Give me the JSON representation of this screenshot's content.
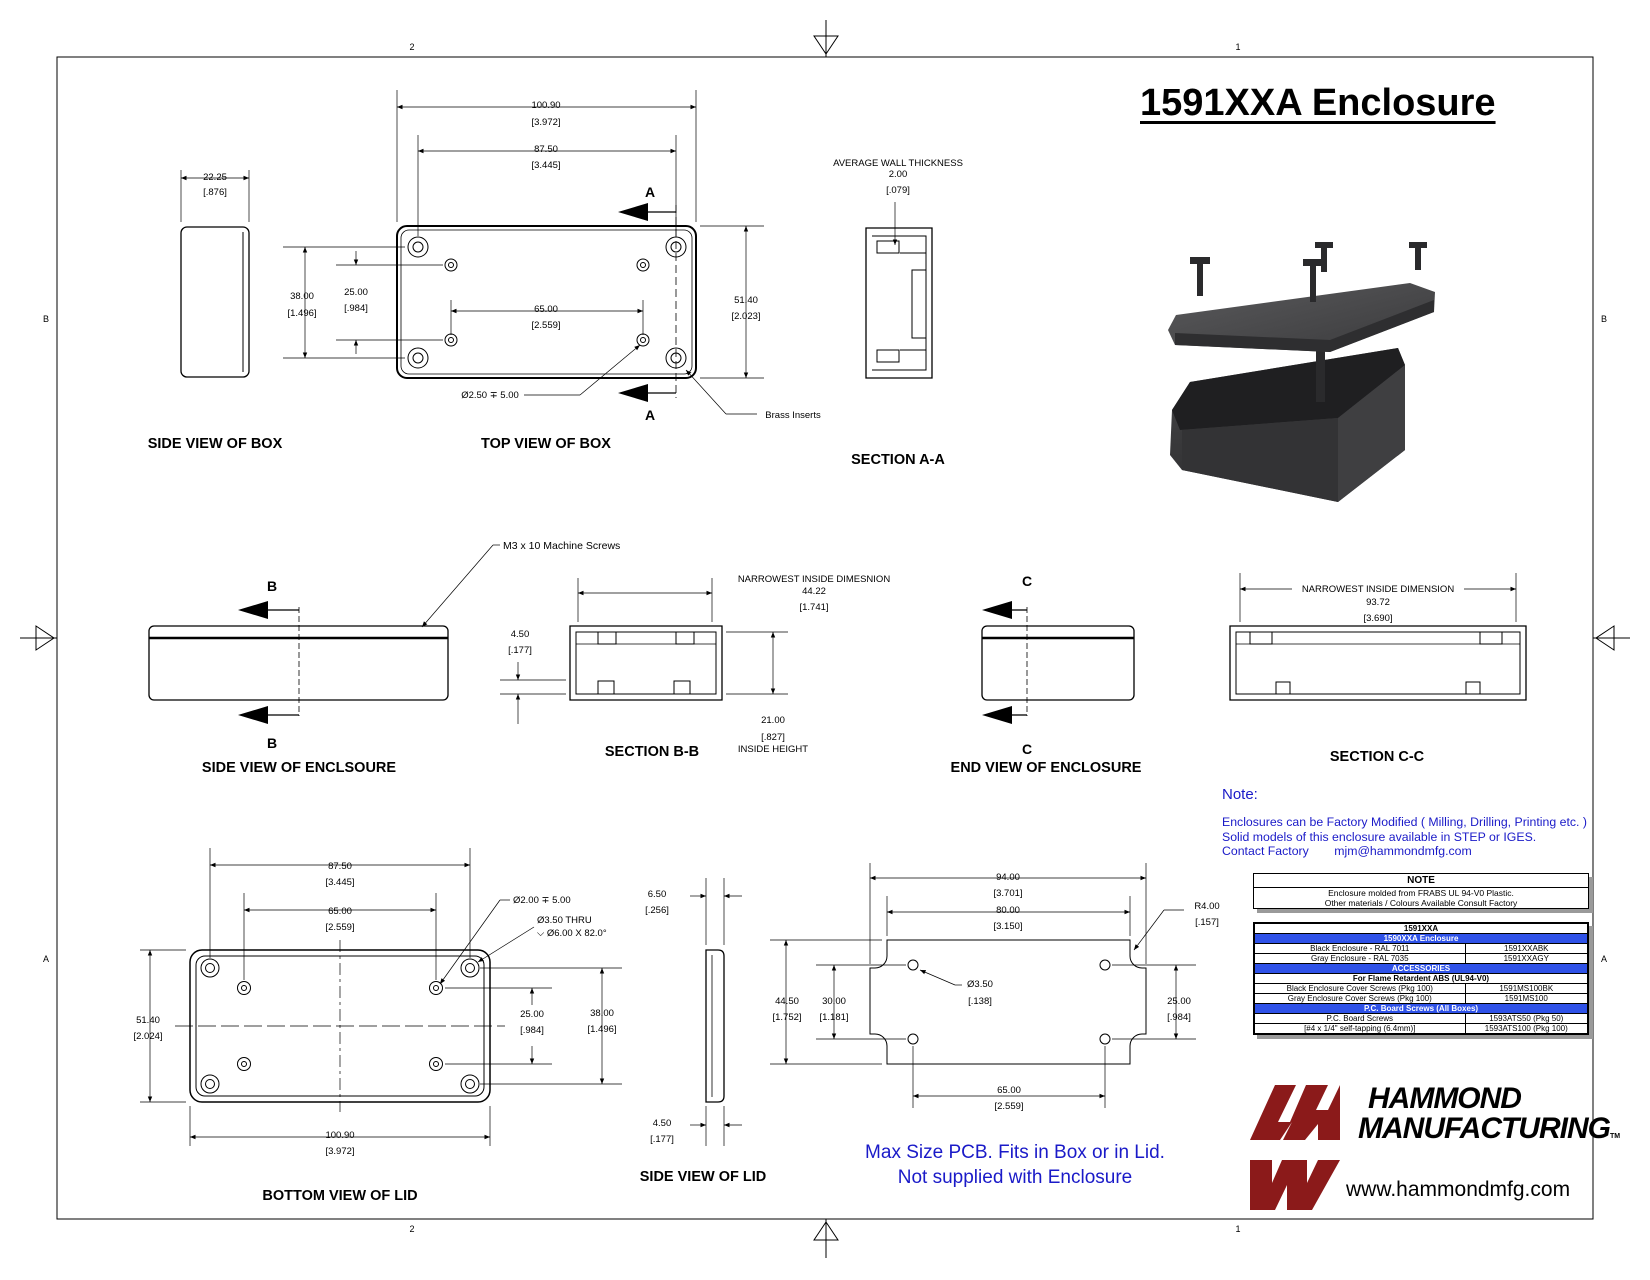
{
  "title": "1591XXA Enclosure",
  "grid": {
    "top_left": "2",
    "top_right": "1",
    "bottom_left": "2",
    "bottom_right": "1",
    "left_upper": "B",
    "left_lower": "A",
    "right_upper": "B",
    "right_lower": "A"
  },
  "side_view_box": {
    "caption": "SIDE VIEW OF BOX",
    "dim": "22.25",
    "dim_in": "[.876]"
  },
  "top_view_box": {
    "caption": "TOP VIEW OF BOX",
    "d1": "100.90",
    "d1_in": "[3.972]",
    "d2": "87.50",
    "d2_in": "[3.445]",
    "d3": "38.00",
    "d3_in": "[1.496]",
    "d4": "25.00",
    "d4_in": "[.984]",
    "d5": "65.00",
    "d5_in": "[2.559]",
    "d6": "51.40",
    "d6_in": "[2.023]",
    "hole": "Ø2.50 ∓ 5.00",
    "brass": "Brass Inserts",
    "sec_a": "A"
  },
  "section_aa": {
    "caption": "SECTION  A-A",
    "wall_label": "AVERAGE WALL THICKNESS",
    "wall": "2.00",
    "wall_in": "[.079]"
  },
  "side_view_enclosure": {
    "caption": "SIDE VIEW OF ENCLSOURE",
    "sec_b": "B",
    "screws": "M3 x 10 Machine Screws"
  },
  "section_bb": {
    "caption": "SECTION  B-B",
    "narrow_label": "NARROWEST INSIDE DIMESNION",
    "narrow": "44.22",
    "narrow_in": "[1.741]",
    "lip": "4.50",
    "lip_in": "[.177]",
    "height": "21.00",
    "height_in": "[.827]",
    "height_label": "INSIDE HEIGHT"
  },
  "end_view": {
    "caption": "END VIEW OF ENCLOSURE",
    "sec_c": "C"
  },
  "section_cc": {
    "caption": "SECTION  C-C",
    "narrow_label": "NARROWEST INSIDE DIMENSION",
    "narrow": "93.72",
    "narrow_in": "[3.690]"
  },
  "bottom_lid": {
    "caption": "BOTTOM VIEW OF LID",
    "d1": "87.50",
    "d1_in": "[3.445]",
    "d2": "65.00",
    "d2_in": "[2.559]",
    "h1": "Ø2.00 ∓ 5.00",
    "h2": "Ø3.50 THRU",
    "h3": "⌵ Ø6.00 X 82.0°",
    "d3": "51.40",
    "d3_in": "[2.024]",
    "d4": "25.00",
    "d4_in": "[.984]",
    "d5": "38.00",
    "d5_in": "[1.496]",
    "d6": "100.90",
    "d6_in": "[3.972]"
  },
  "side_lid": {
    "caption": "SIDE VIEW OF LID",
    "d1": "6.50",
    "d1_in": "[.256]",
    "d2": "4.50",
    "d2_in": "[.177]"
  },
  "pcb": {
    "d1": "94.00",
    "d1_in": "[3.701]",
    "d2": "80.00",
    "d2_in": "[3.150]",
    "r": "R4.00",
    "r_in": "[.157]",
    "hole": "Ø3.50",
    "hole_in": "[.138]",
    "d3": "44.50",
    "d3_in": "[1.752]",
    "d4": "30.00",
    "d4_in": "[1.181]",
    "d5": "25.00",
    "d5_in": "[.984]",
    "d6": "65.00",
    "d6_in": "[2.559]",
    "line1": "Max Size PCB.  Fits in Box or in Lid.",
    "line2": "Not supplied with Enclosure"
  },
  "note": {
    "heading": "Note:",
    "line1": "Enclosures can be Factory Modified ( Milling, Drilling, Printing etc. )",
    "line2": "Solid models of this enclosure available in STEP or IGES.",
    "line3_a": "Contact Factory",
    "line3_b": "mjm@hammondmfg.com"
  },
  "note_box": {
    "heading": "NOTE",
    "line1": "Enclosure molded from FRABS UL 94-V0 Plastic.",
    "line2": "Other materials / Colours Available Consult Factory"
  },
  "spec": {
    "heading": "1591XXA",
    "section1": "1590XXA Enclosure",
    "r1a": "Black Enclosure - RAL 7011",
    "r1b": "1591XXABK",
    "r2a": "Gray Enclosure - RAL 7035",
    "r2b": "1591XXAGY",
    "section2": "ACCESSORIES",
    "sub": "For Flame Retardent ABS (UL94-V0)",
    "r3a": "Black Enclosure Cover Screws (Pkg 100)",
    "r3b": "1591MS100BK",
    "r4a": "Gray Enclosure Cover Screws (Pkg 100)",
    "r4b": "1591MS100",
    "section3": "P.C. Board Screws (All Boxes)",
    "r5a": "P.C. Board Screws",
    "r5b": "1593ATS50 (Pkg 50)",
    "r6a": "[#4 x 1/4\" self-tapping (6.4mm)]",
    "r6b": "1593ATS100 (Pkg 100)"
  },
  "brand": {
    "line1": "HAMMOND",
    "line2": "MANUFACTURING",
    "tm": "TM",
    "url": "www.hammondmfg.com",
    "color": "#8b1a1a"
  }
}
